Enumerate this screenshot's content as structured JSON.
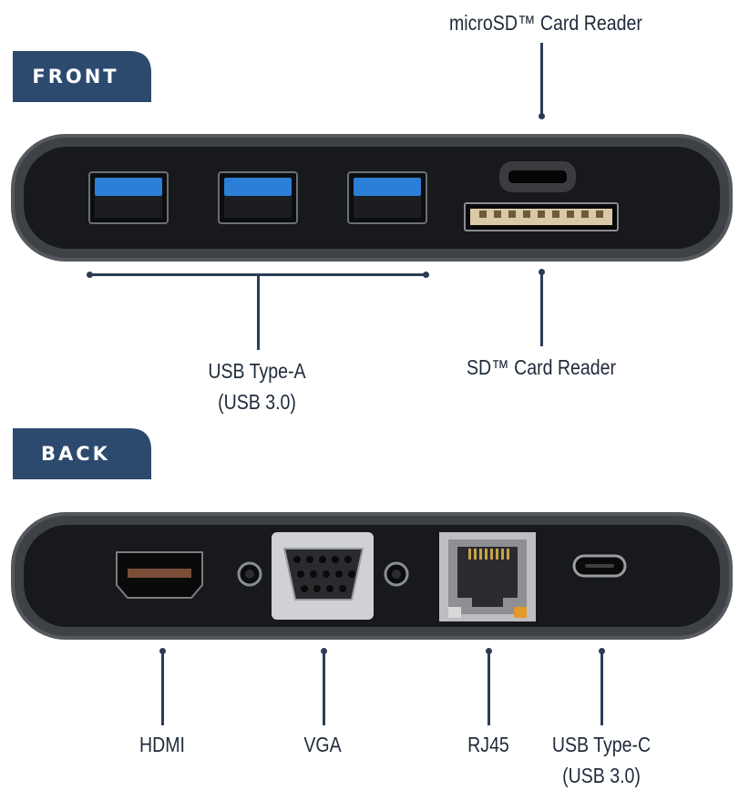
{
  "sections": {
    "front": {
      "label": "FRONT"
    },
    "back": {
      "label": "BACK"
    }
  },
  "front_labels": {
    "microsd": "microSD™ Card Reader",
    "sd": "SD™ Card Reader",
    "usb_a_line1": "USB Type-A",
    "usb_a_line2": "(USB 3.0)"
  },
  "back_labels": {
    "hdmi": "HDMI",
    "vga": "VGA",
    "rj45": "RJ45",
    "usb_c_line1": "USB Type-C",
    "usb_c_line2": "(USB 3.0)"
  },
  "colors": {
    "tab": "#2c4a6e",
    "callout": "#2b3d55",
    "usb_blue": "#2b7fd6",
    "device_body": "#4a4d52",
    "device_face": "#16171a"
  }
}
